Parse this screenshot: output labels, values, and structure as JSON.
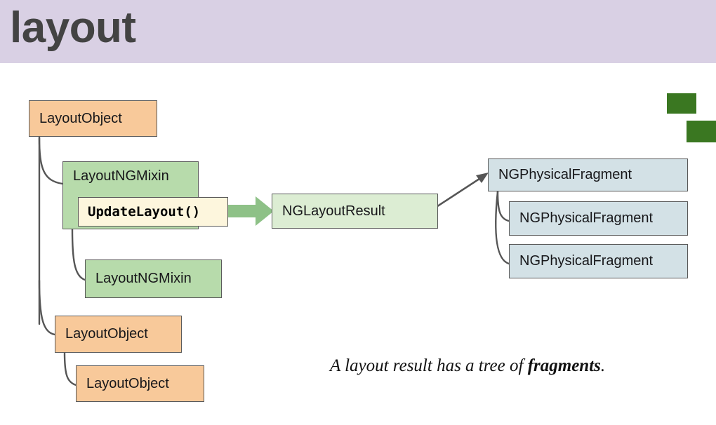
{
  "header": {
    "title": "layout",
    "band_color": "#d9d0e4",
    "title_color": "#434343"
  },
  "decorations": {
    "corner_mark_color": "#3a7721",
    "marks": [
      {
        "name": "corner-mark-upper"
      },
      {
        "name": "corner-mark-lower"
      }
    ]
  },
  "diagram": {
    "palette": {
      "layout_object": "#f8c99a",
      "mixin": "#b7dbab",
      "result": "#dcedd3",
      "fragment": "#d3e1e6",
      "method_chip": "#fdf6dd",
      "arrow": "#8ec187",
      "border": "#595959",
      "connector": "#555555"
    },
    "nodes": {
      "layout_object_root": "LayoutObject",
      "layout_ng_mixin_1": "LayoutNGMixin",
      "update_layout_method": "UpdateLayout()",
      "layout_ng_mixin_2": "LayoutNGMixin",
      "layout_object_2": "LayoutObject",
      "layout_object_3": "LayoutObject",
      "ng_layout_result": "NGLayoutResult",
      "fragment_1": "NGPhysicalFragment",
      "fragment_2": "NGPhysicalFragment",
      "fragment_3": "NGPhysicalFragment"
    }
  },
  "caption": {
    "prefix": "A layout result has a tree of ",
    "emphasis": "fragments",
    "suffix": "."
  }
}
